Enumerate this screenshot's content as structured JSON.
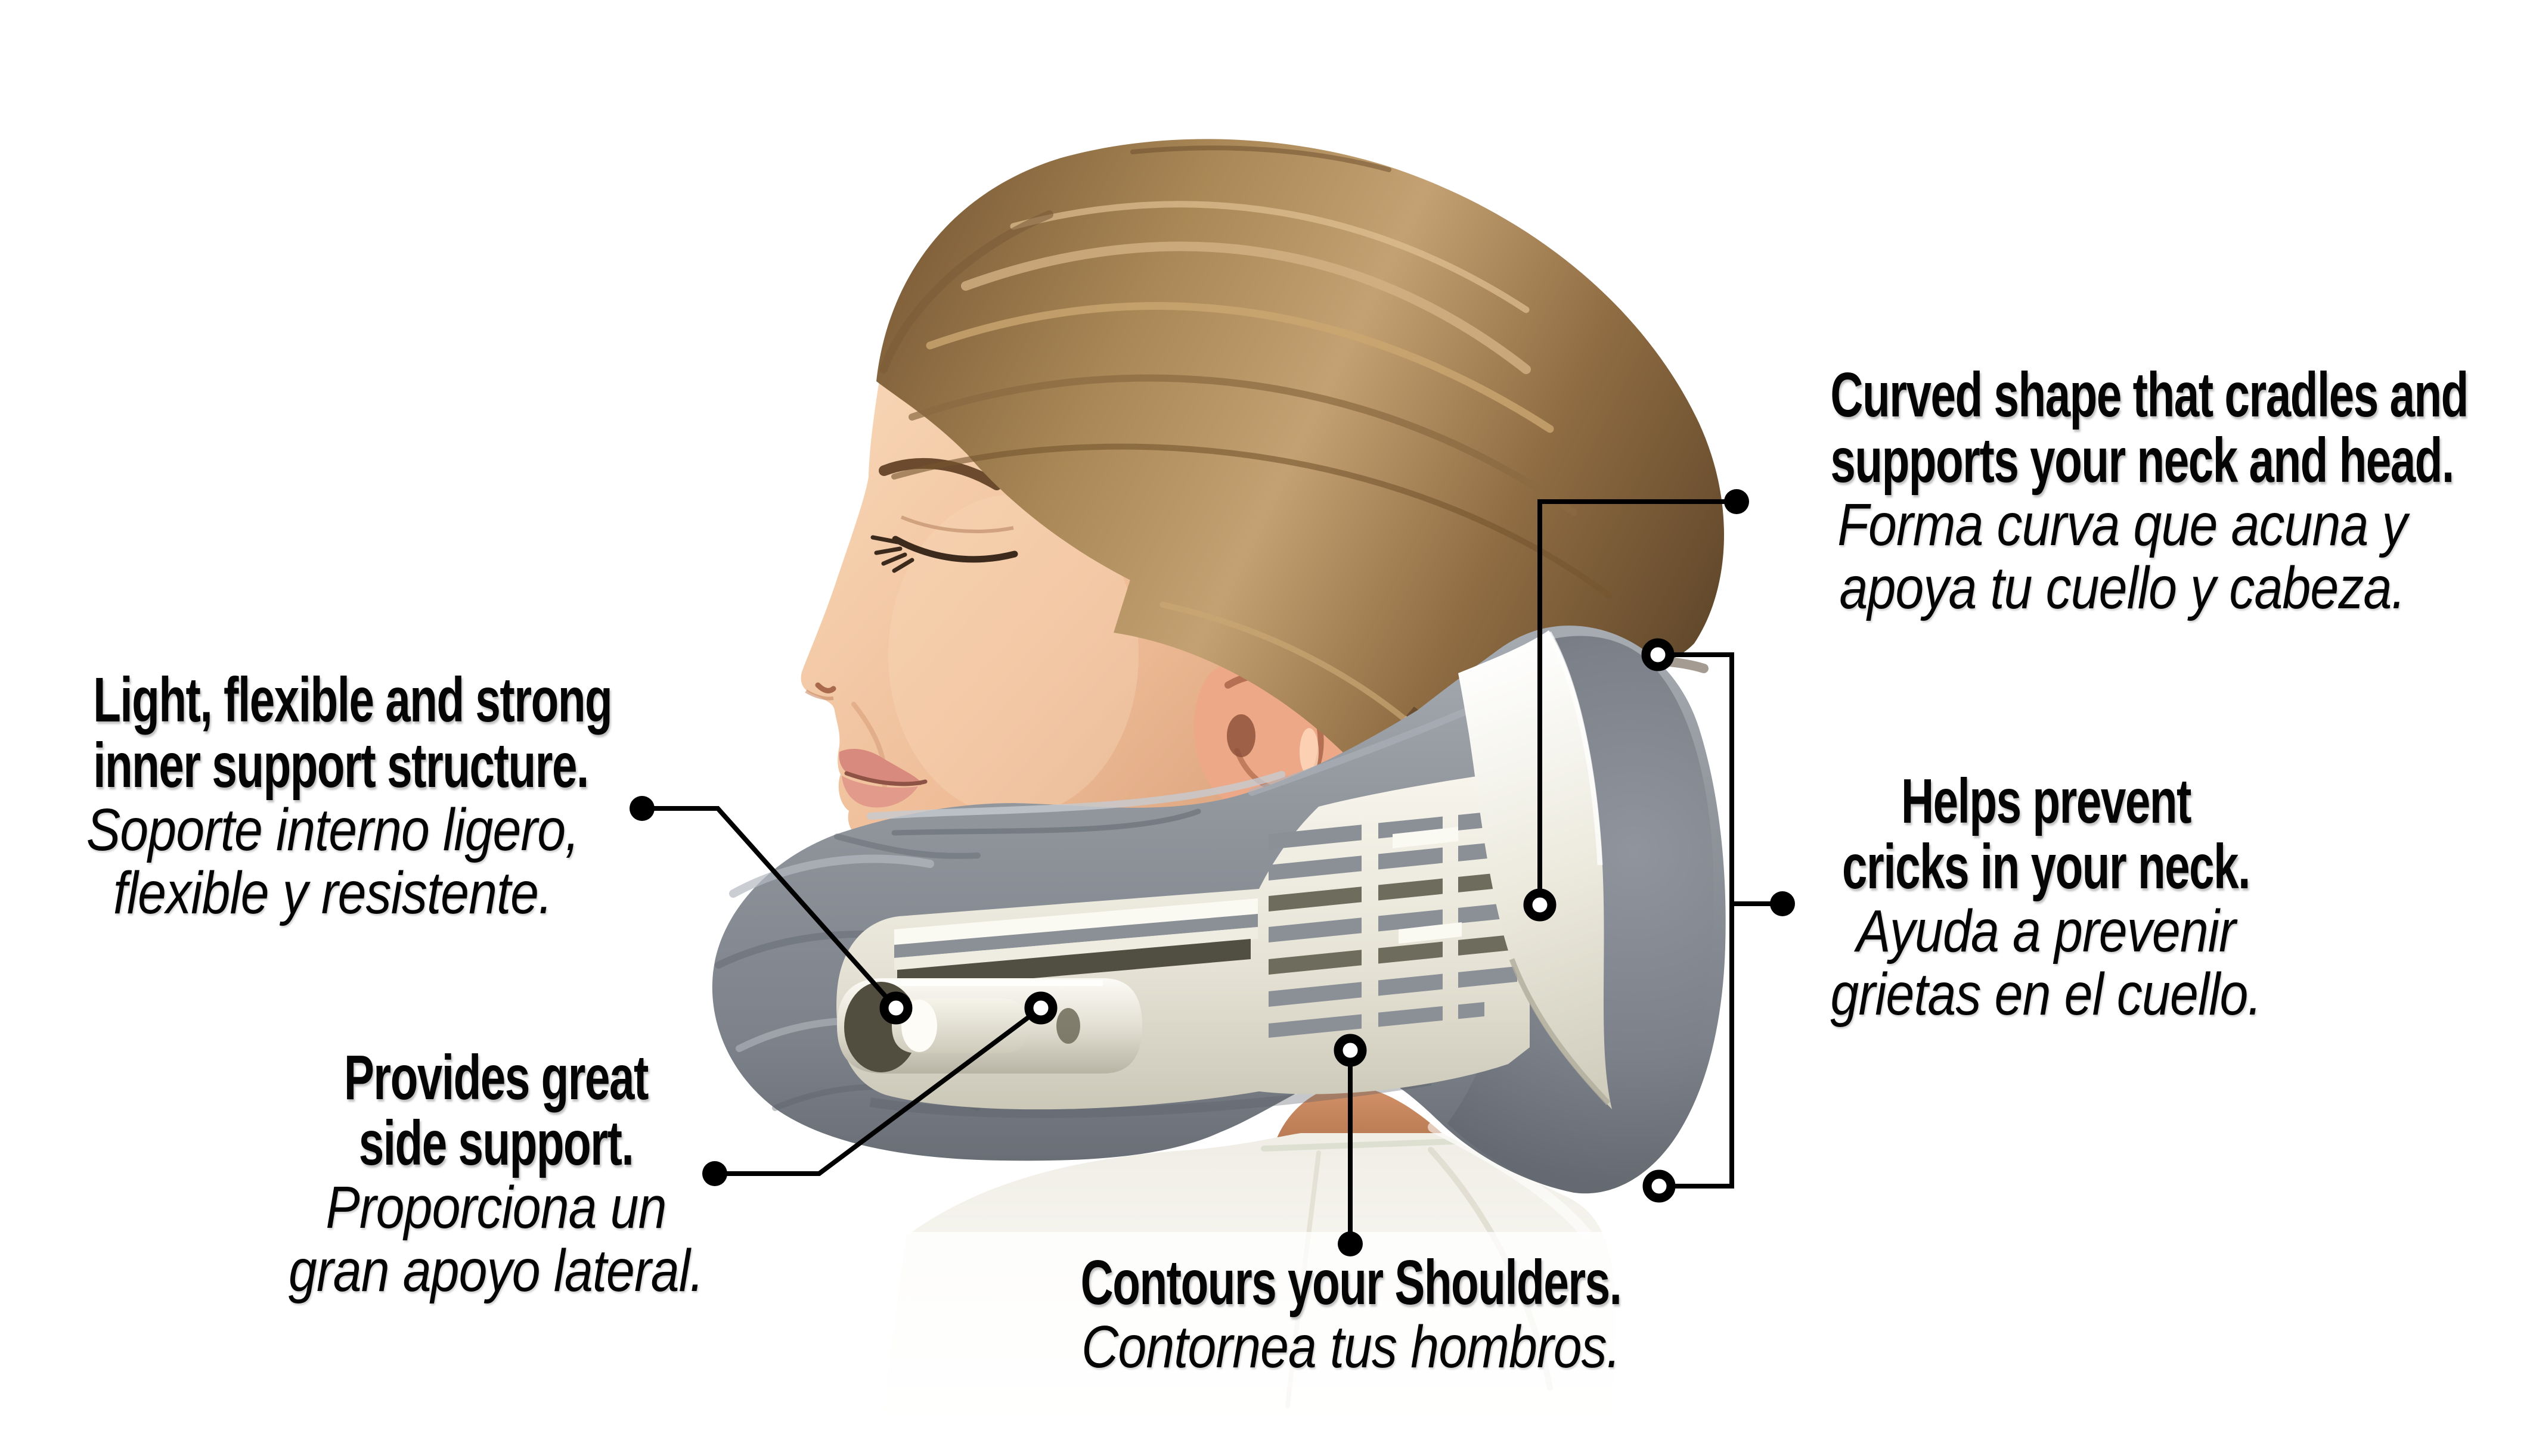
{
  "figure": {
    "description": "Bilingual annotated diagram of a gray travel neck pillow worn by a woman in side profile, cutaway showing inner support frame",
    "background_color": "#ffffff",
    "text_color": "#050505"
  },
  "palette": {
    "pillow_gray": "#8f949b",
    "pillow_gray_light": "#a6abb2",
    "pillow_gray_dark": "#686d75",
    "frame_cream": "#efede2",
    "frame_bright": "#fbfaf2",
    "frame_slot_dark": "#514f42",
    "hair_brown": "#9c7b50",
    "hair_highlight": "#d3b184",
    "skin": "#f0bf9d",
    "chest_skin": "#c98a63",
    "shirt_white": "#f5f3ec",
    "connector_black": "#000000"
  },
  "callouts": {
    "curved_shape": {
      "en_lines": [
        "Curved shape that cradles and",
        "supports your neck and head."
      ],
      "es_lines": [
        "Forma curva que acuna y",
        "apoya tu cuello y cabeza."
      ]
    },
    "inner_support": {
      "en_lines": [
        "Light, flexible and strong",
        "inner support structure."
      ],
      "es_lines": [
        "Soporte interno ligero,",
        "flexible y resistente."
      ]
    },
    "cricks": {
      "en_lines": [
        "Helps prevent",
        "cricks in your neck."
      ],
      "es_lines": [
        "Ayuda a prevenir",
        "grietas en el cuello."
      ]
    },
    "side_support": {
      "en_lines": [
        "Provides great",
        "side support."
      ],
      "es_lines": [
        "Proporciona un",
        "gran apoyo lateral."
      ]
    },
    "shoulders": {
      "en_lines": [
        "Contours your Shoulders."
      ],
      "es_lines": [
        "Contornea tus hombros."
      ]
    }
  }
}
